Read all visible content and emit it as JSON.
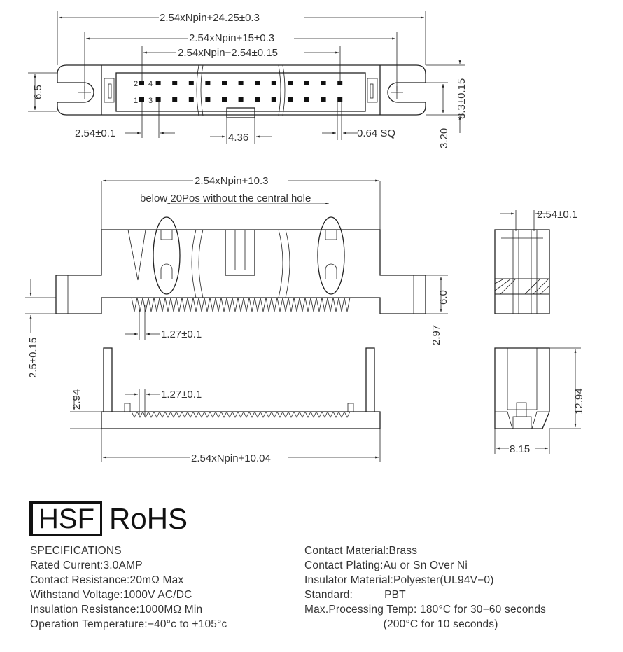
{
  "top_view": {
    "dim_overall": "2.54xNpin+24.25±0.3",
    "dim_mount": "2.54xNpin+15±0.3",
    "dim_pins": "2.54xNpin−2.54±0.15",
    "dim_height": "6.5",
    "dim_depth": "8.3±0.15",
    "dim_offset": "3.20",
    "dim_pitch": "2.54±0.1",
    "dim_key": "4.36",
    "dim_pin_size": "0.64 SQ",
    "pin_labels": [
      "2",
      "4",
      "1",
      "3"
    ]
  },
  "front_view": {
    "dim_width": "2.54xNpin+10.3",
    "note": "below 20Pos without the central hole",
    "dim_tooth": "1.27±0.1",
    "dim_flange": "6.0",
    "dim_bottom": "2.97",
    "dim_left": "2.5±0.15"
  },
  "side_view": {
    "dim_pitch": "2.54±0.1",
    "dim_height": "12.94",
    "dim_width": "8.15"
  },
  "bottom_view": {
    "dim_height": "2.94",
    "dim_tooth": "1.27±0.1",
    "dim_width": "2.54xNpin+10.04"
  },
  "logo": {
    "hsf": "HSF",
    "rohs": "RoHS"
  },
  "specs_left": [
    "SPECIFICATIONS",
    "Rated Current:3.0AMP",
    "Contact Resistance:20mΩ Max",
    "Withstand Voltage:1000V AC/DC",
    "Insulation Resistance:1000MΩ Min",
    "Operation Temperature:−40°c to +105°c"
  ],
  "specs_right": [
    "Contact Material:Brass",
    "Contact Plating:Au or Sn Over Ni",
    "Insulator Material:Polyester(UL94V−0)",
    "Standard:          PBT",
    "Max.Processing Temp: 180°C for 30−60 seconds",
    "                         (200°C for 10 seconds)"
  ]
}
